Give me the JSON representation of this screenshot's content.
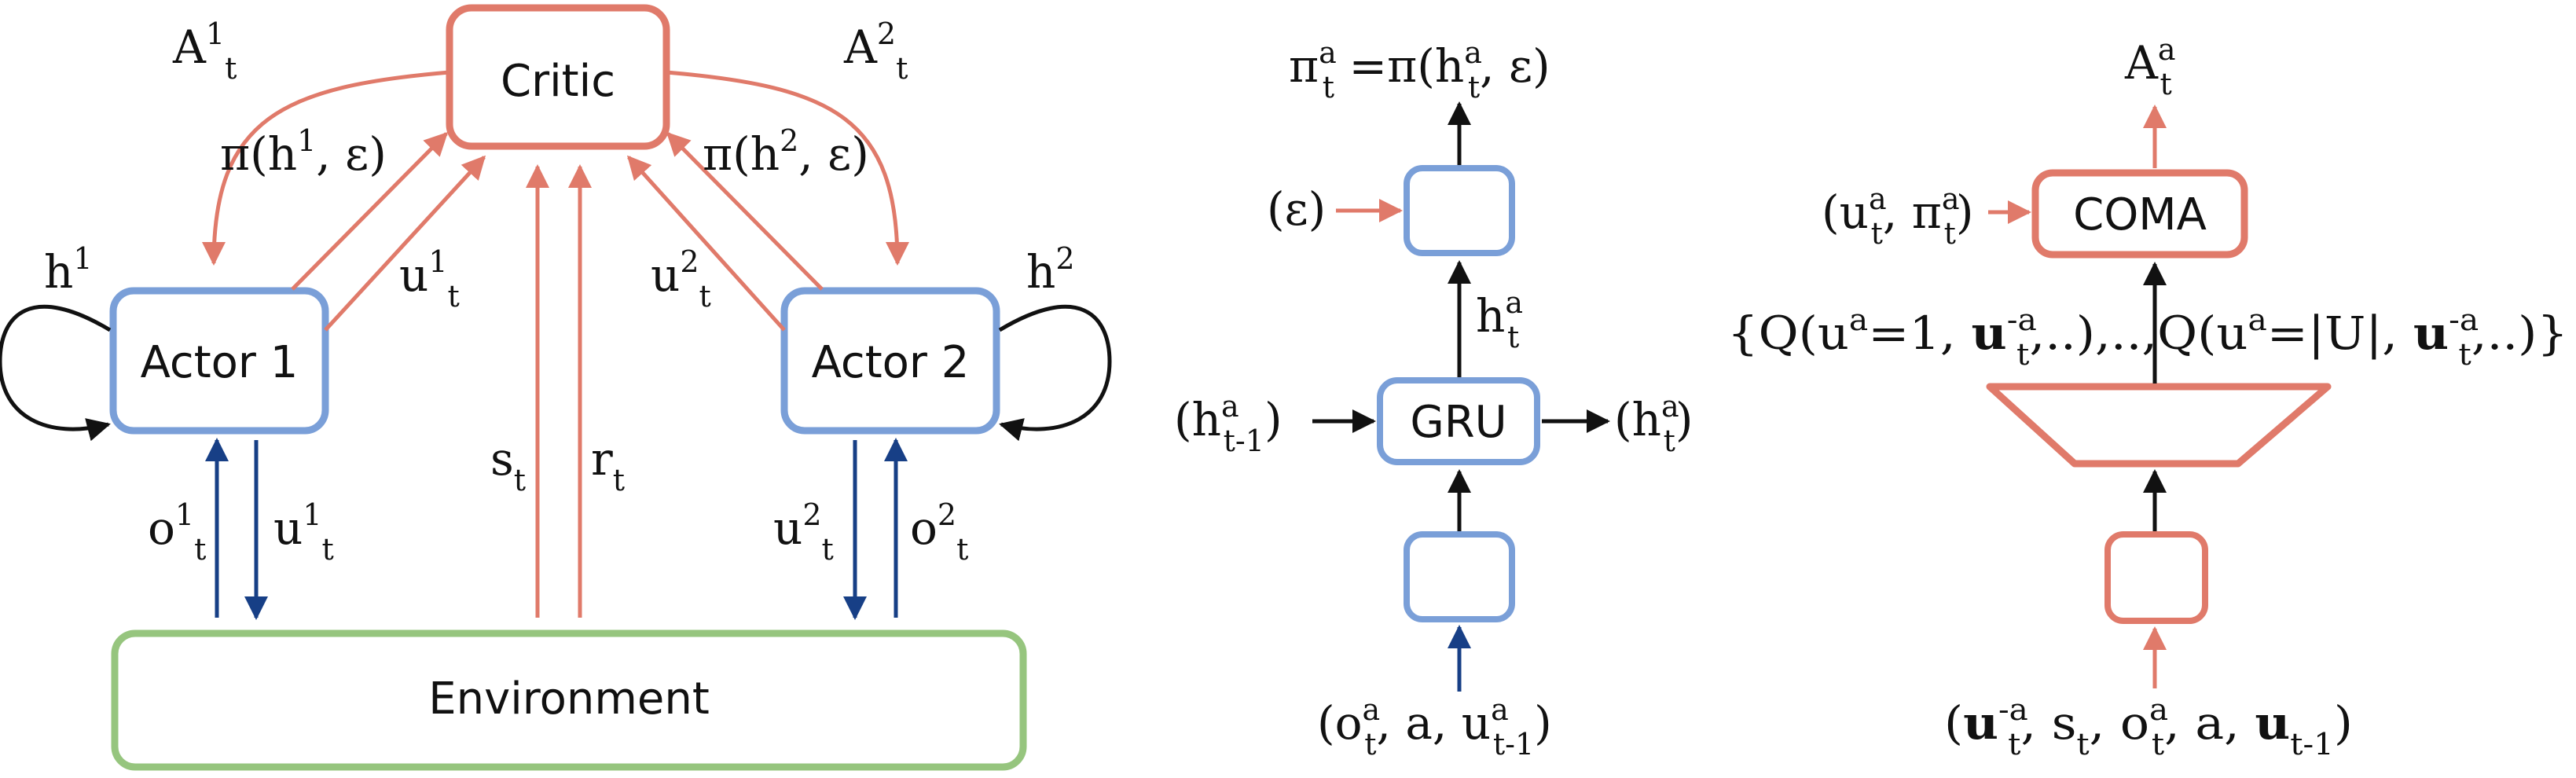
{
  "colors": {
    "critic": "#e07a6a",
    "actor": "#7a9fd8",
    "environment": "#96c57e",
    "black_arrow": "#111111",
    "blue_arrow": "#173f86",
    "red_arrow": "#e07a6a"
  },
  "left": {
    "critic": "Critic",
    "actor1": "Actor 1",
    "actor2": "Actor 2",
    "environment": "Environment",
    "adv1": {
      "base": "A",
      "sup": "1",
      "sub": "t"
    },
    "adv2": {
      "base": "A",
      "sup": "2",
      "sub": "t"
    },
    "pi1": {
      "pre": "π(h",
      "sup": "1",
      "post": ", ε)"
    },
    "pi2": {
      "pre": "π(h",
      "sup": "2",
      "post": ", ε)"
    },
    "h1": {
      "base": "h",
      "sup": "1"
    },
    "h2": {
      "base": "h",
      "sup": "2"
    },
    "u1_top": {
      "base": "u",
      "sup": "1",
      "sub": "t"
    },
    "u2_top": {
      "base": "u",
      "sup": "2",
      "sub": "t"
    },
    "o1": {
      "base": "o",
      "sup": "1",
      "sub": "t"
    },
    "u1_bot": {
      "base": "u",
      "sup": "1",
      "sub": "t"
    },
    "u2_bot": {
      "base": "u",
      "sup": "2",
      "sub": "t"
    },
    "o2": {
      "base": "o",
      "sup": "2",
      "sub": "t"
    },
    "s": {
      "base": "s",
      "sub": "t"
    },
    "r": {
      "base": "r",
      "sub": "t"
    }
  },
  "middle": {
    "policy_out": {
      "a": "π",
      "a_sup": "a",
      "a_sub": "t",
      "eq": " =π(h",
      "h_sup": "a",
      "h_sub": "t",
      "tail": ", ε)"
    },
    "eps_in": "(ε)",
    "h_mid": {
      "base": "h",
      "sup": "a",
      "sub": "t"
    },
    "gru": "GRU",
    "h_prev": {
      "open": "(h",
      "sup": "a",
      "sub": "t-1",
      "close": ")"
    },
    "h_next": {
      "open": "(h",
      "sup": "a",
      "sub": "t",
      "close": ")"
    },
    "input": {
      "open": "(o",
      "o_sup": "a",
      "o_sub": "t",
      "mid": ", a, u",
      "u_sup": "a",
      "u_sub": "t-1",
      "close": ")"
    }
  },
  "right": {
    "coma": "COMA",
    "adv": {
      "base": "A",
      "sup": "a",
      "sub": "t"
    },
    "coma_in": {
      "open": "(u",
      "u_sup": "a",
      "u_sub": "t",
      "mid": ", π",
      "p_sup": "a",
      "p_sub": "t",
      "close": ")"
    },
    "q_line": {
      "p1": "{Q(u",
      "sup1": "a",
      "p2": "=1, ",
      "bold1": "u",
      "sup2": "-a",
      "sub2": "t",
      "p3": ",..),..,Q(u",
      "sup3": "a",
      "p4": "=|U|, ",
      "bold2": "u",
      "sup4": "-a",
      "sub4": "t",
      "p5": ",..)}"
    },
    "input": {
      "open": "(",
      "bold1": "u",
      "u_sup": "-a",
      "u_sub": "t",
      "p1": ", s",
      "s_sub": "t",
      "p2": ", o",
      "o_sup": "a",
      "o_sub": "t",
      "p3": ", a, ",
      "bold2": "u",
      "u2_sub": "t-1",
      "close": ")"
    }
  }
}
